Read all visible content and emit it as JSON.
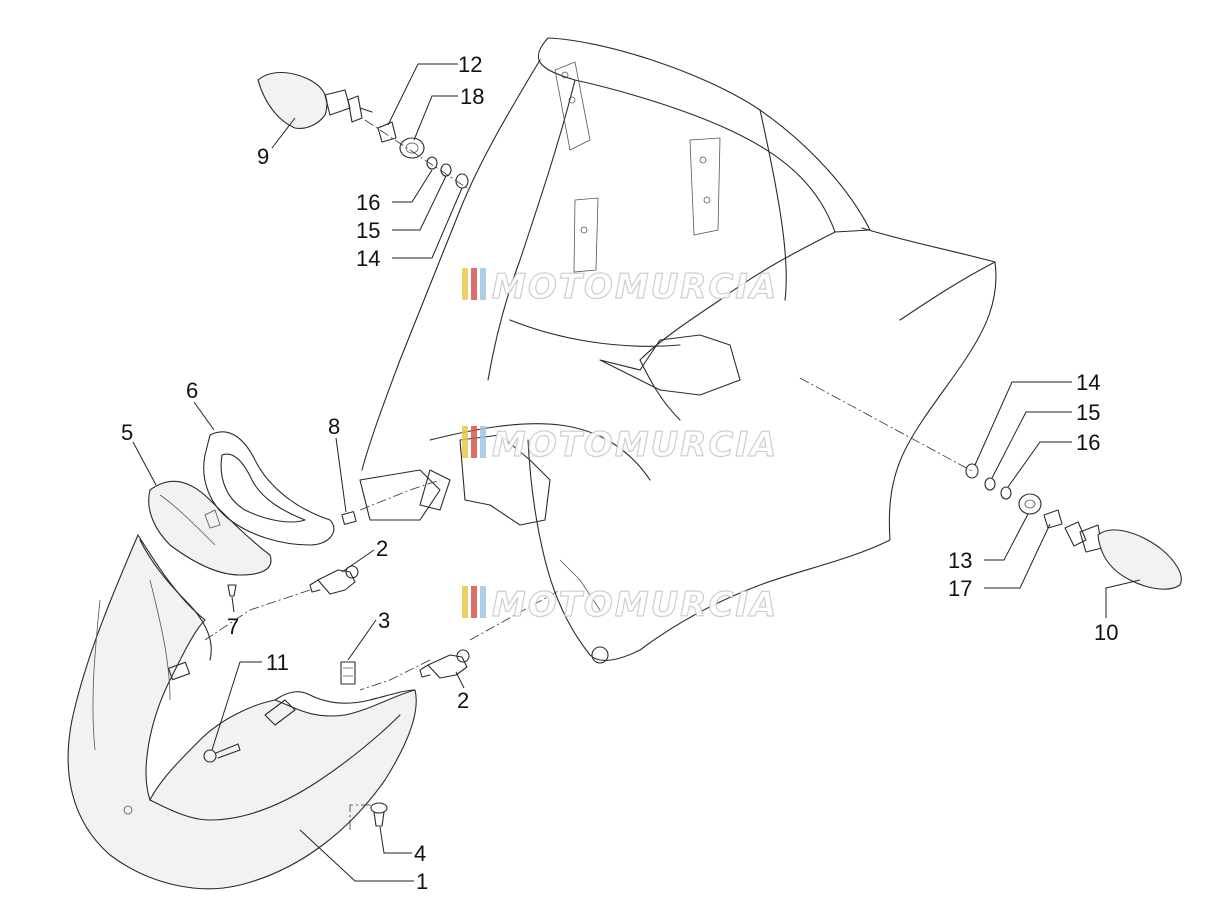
{
  "watermark": {
    "text": "MOTOMURCIA",
    "stripe_colors": [
      "#e8c84a",
      "#d9534f",
      "#9fc7e0"
    ]
  },
  "callouts": [
    {
      "id": "c12a",
      "label": "12"
    },
    {
      "id": "c18",
      "label": "18"
    },
    {
      "id": "c9",
      "label": "9"
    },
    {
      "id": "c16a",
      "label": "16"
    },
    {
      "id": "c15a",
      "label": "15"
    },
    {
      "id": "c14a",
      "label": "14"
    },
    {
      "id": "c14b",
      "label": "14"
    },
    {
      "id": "c15b",
      "label": "15"
    },
    {
      "id": "c16b",
      "label": "16"
    },
    {
      "id": "c13",
      "label": "13"
    },
    {
      "id": "c17",
      "label": "17"
    },
    {
      "id": "c10",
      "label": "10"
    },
    {
      "id": "c6",
      "label": "6"
    },
    {
      "id": "c5",
      "label": "5"
    },
    {
      "id": "c8",
      "label": "8"
    },
    {
      "id": "c2a",
      "label": "2"
    },
    {
      "id": "c7",
      "label": "7"
    },
    {
      "id": "c3",
      "label": "3"
    },
    {
      "id": "c11",
      "label": "11"
    },
    {
      "id": "c2b",
      "label": "2"
    },
    {
      "id": "c4",
      "label": "4"
    },
    {
      "id": "c1",
      "label": "1"
    }
  ]
}
